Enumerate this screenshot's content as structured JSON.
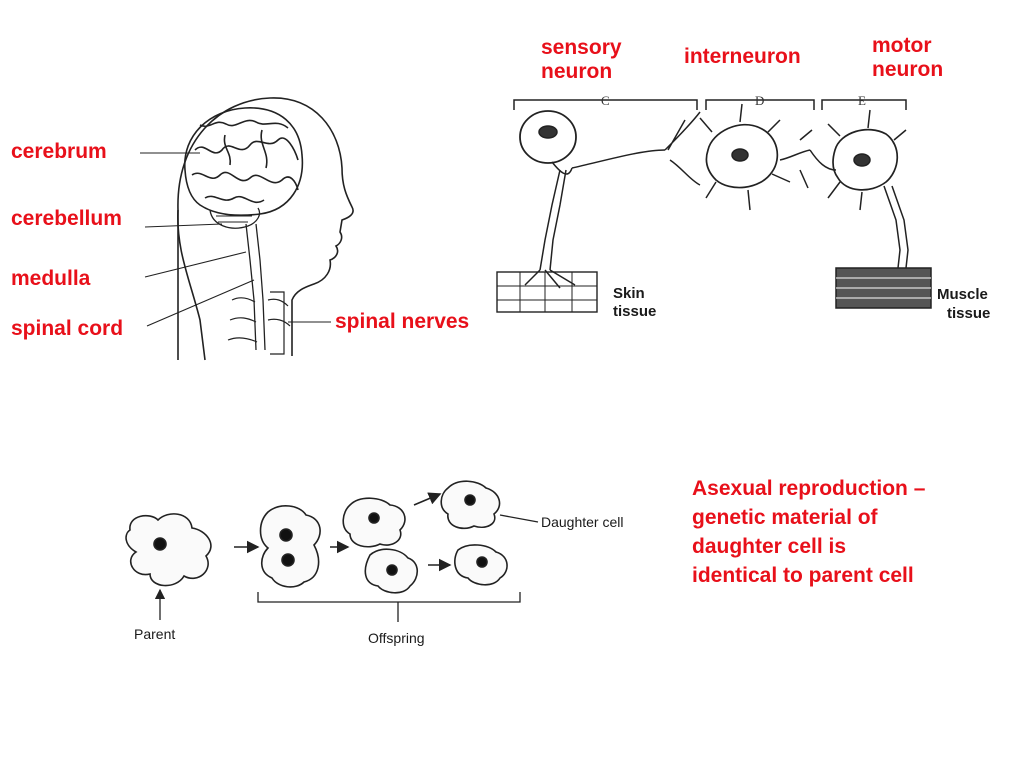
{
  "nervous_system": {
    "cerebrum": "cerebrum",
    "cerebellum": "cerebellum",
    "medulla": "medulla",
    "spinal_cord": "spinal cord",
    "spinal_nerves": "spinal nerves"
  },
  "reflex_arc": {
    "sensory_neuron": [
      "sensory",
      "neuron"
    ],
    "interneuron": "interneuron",
    "motor_neuron": [
      "motor",
      "neuron"
    ],
    "bracket_c": "C",
    "bracket_d": "D",
    "bracket_e": "E",
    "skin_tissue": [
      "Skin",
      "tissue"
    ],
    "muscle_tissue": [
      "Muscle",
      "tissue"
    ]
  },
  "reproduction": {
    "parent": "Parent",
    "offspring": "Offspring",
    "daughter_cell": "Daughter cell",
    "note_lines": [
      "Asexual reproduction –",
      "genetic material of",
      "daughter cell is",
      "identical to parent cell"
    ]
  },
  "colors": {
    "label_red": "#e8101a",
    "ink": "#1a1a1a"
  }
}
